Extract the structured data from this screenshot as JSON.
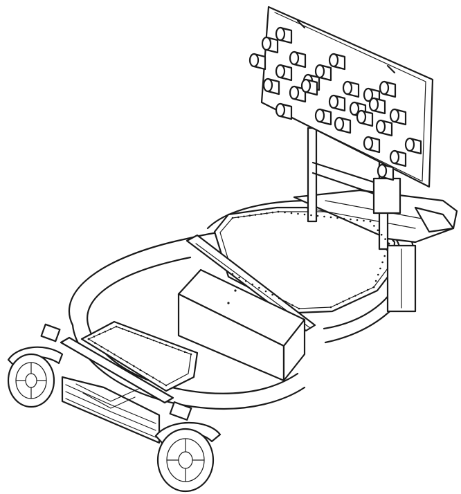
{
  "figure": {
    "ink_color": "#1a1a1a",
    "paper_color": "#ffffff",
    "parts": [
      {
        "id": "arrow-board",
        "icon": "arrow-board-icon",
        "lamp_count": 25
      },
      {
        "id": "mast",
        "icon": "mast-icon"
      },
      {
        "id": "rear-deck",
        "icon": "deck-icon"
      },
      {
        "id": "front-deck",
        "icon": "deck-icon"
      },
      {
        "id": "battery-box",
        "icon": "box-icon"
      },
      {
        "id": "bumper-ring",
        "icon": "ring-icon"
      },
      {
        "id": "chevron-panel",
        "icon": "chevron-icon"
      },
      {
        "id": "left-wheel",
        "icon": "wheel-icon"
      },
      {
        "id": "right-wheel",
        "icon": "wheel-icon"
      },
      {
        "id": "hitch-tongue",
        "icon": "hitch-icon"
      }
    ]
  }
}
